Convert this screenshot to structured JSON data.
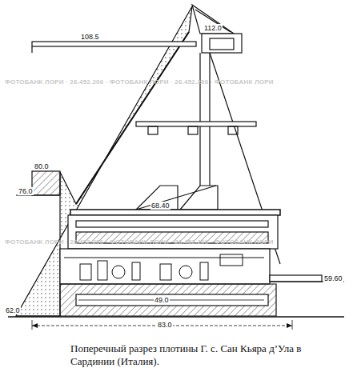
{
  "diagram": {
    "caption": "Поперечный разрез плотины Г. с. Сан Кьяра д’Ула в Сардинии (Италия).",
    "labels": [
      "108.5",
      "112.0",
      "80.0",
      "76.0",
      "68.40",
      "59.60",
      "62.0",
      "49.0",
      "83.0",
      "ФОТОБАНК ЛОРИ · 26.452.206 · ФОТОБАНК ЛОРИ · 26.452.206 · ФОТОБАНК ЛОРИ",
      "ФОТОБАНК ЛОРИ · 26.452.206 · ФОТОБАНК ЛОРИ · 26.452.206 · ФОТОБАНК ЛОРИ"
    ]
  }
}
